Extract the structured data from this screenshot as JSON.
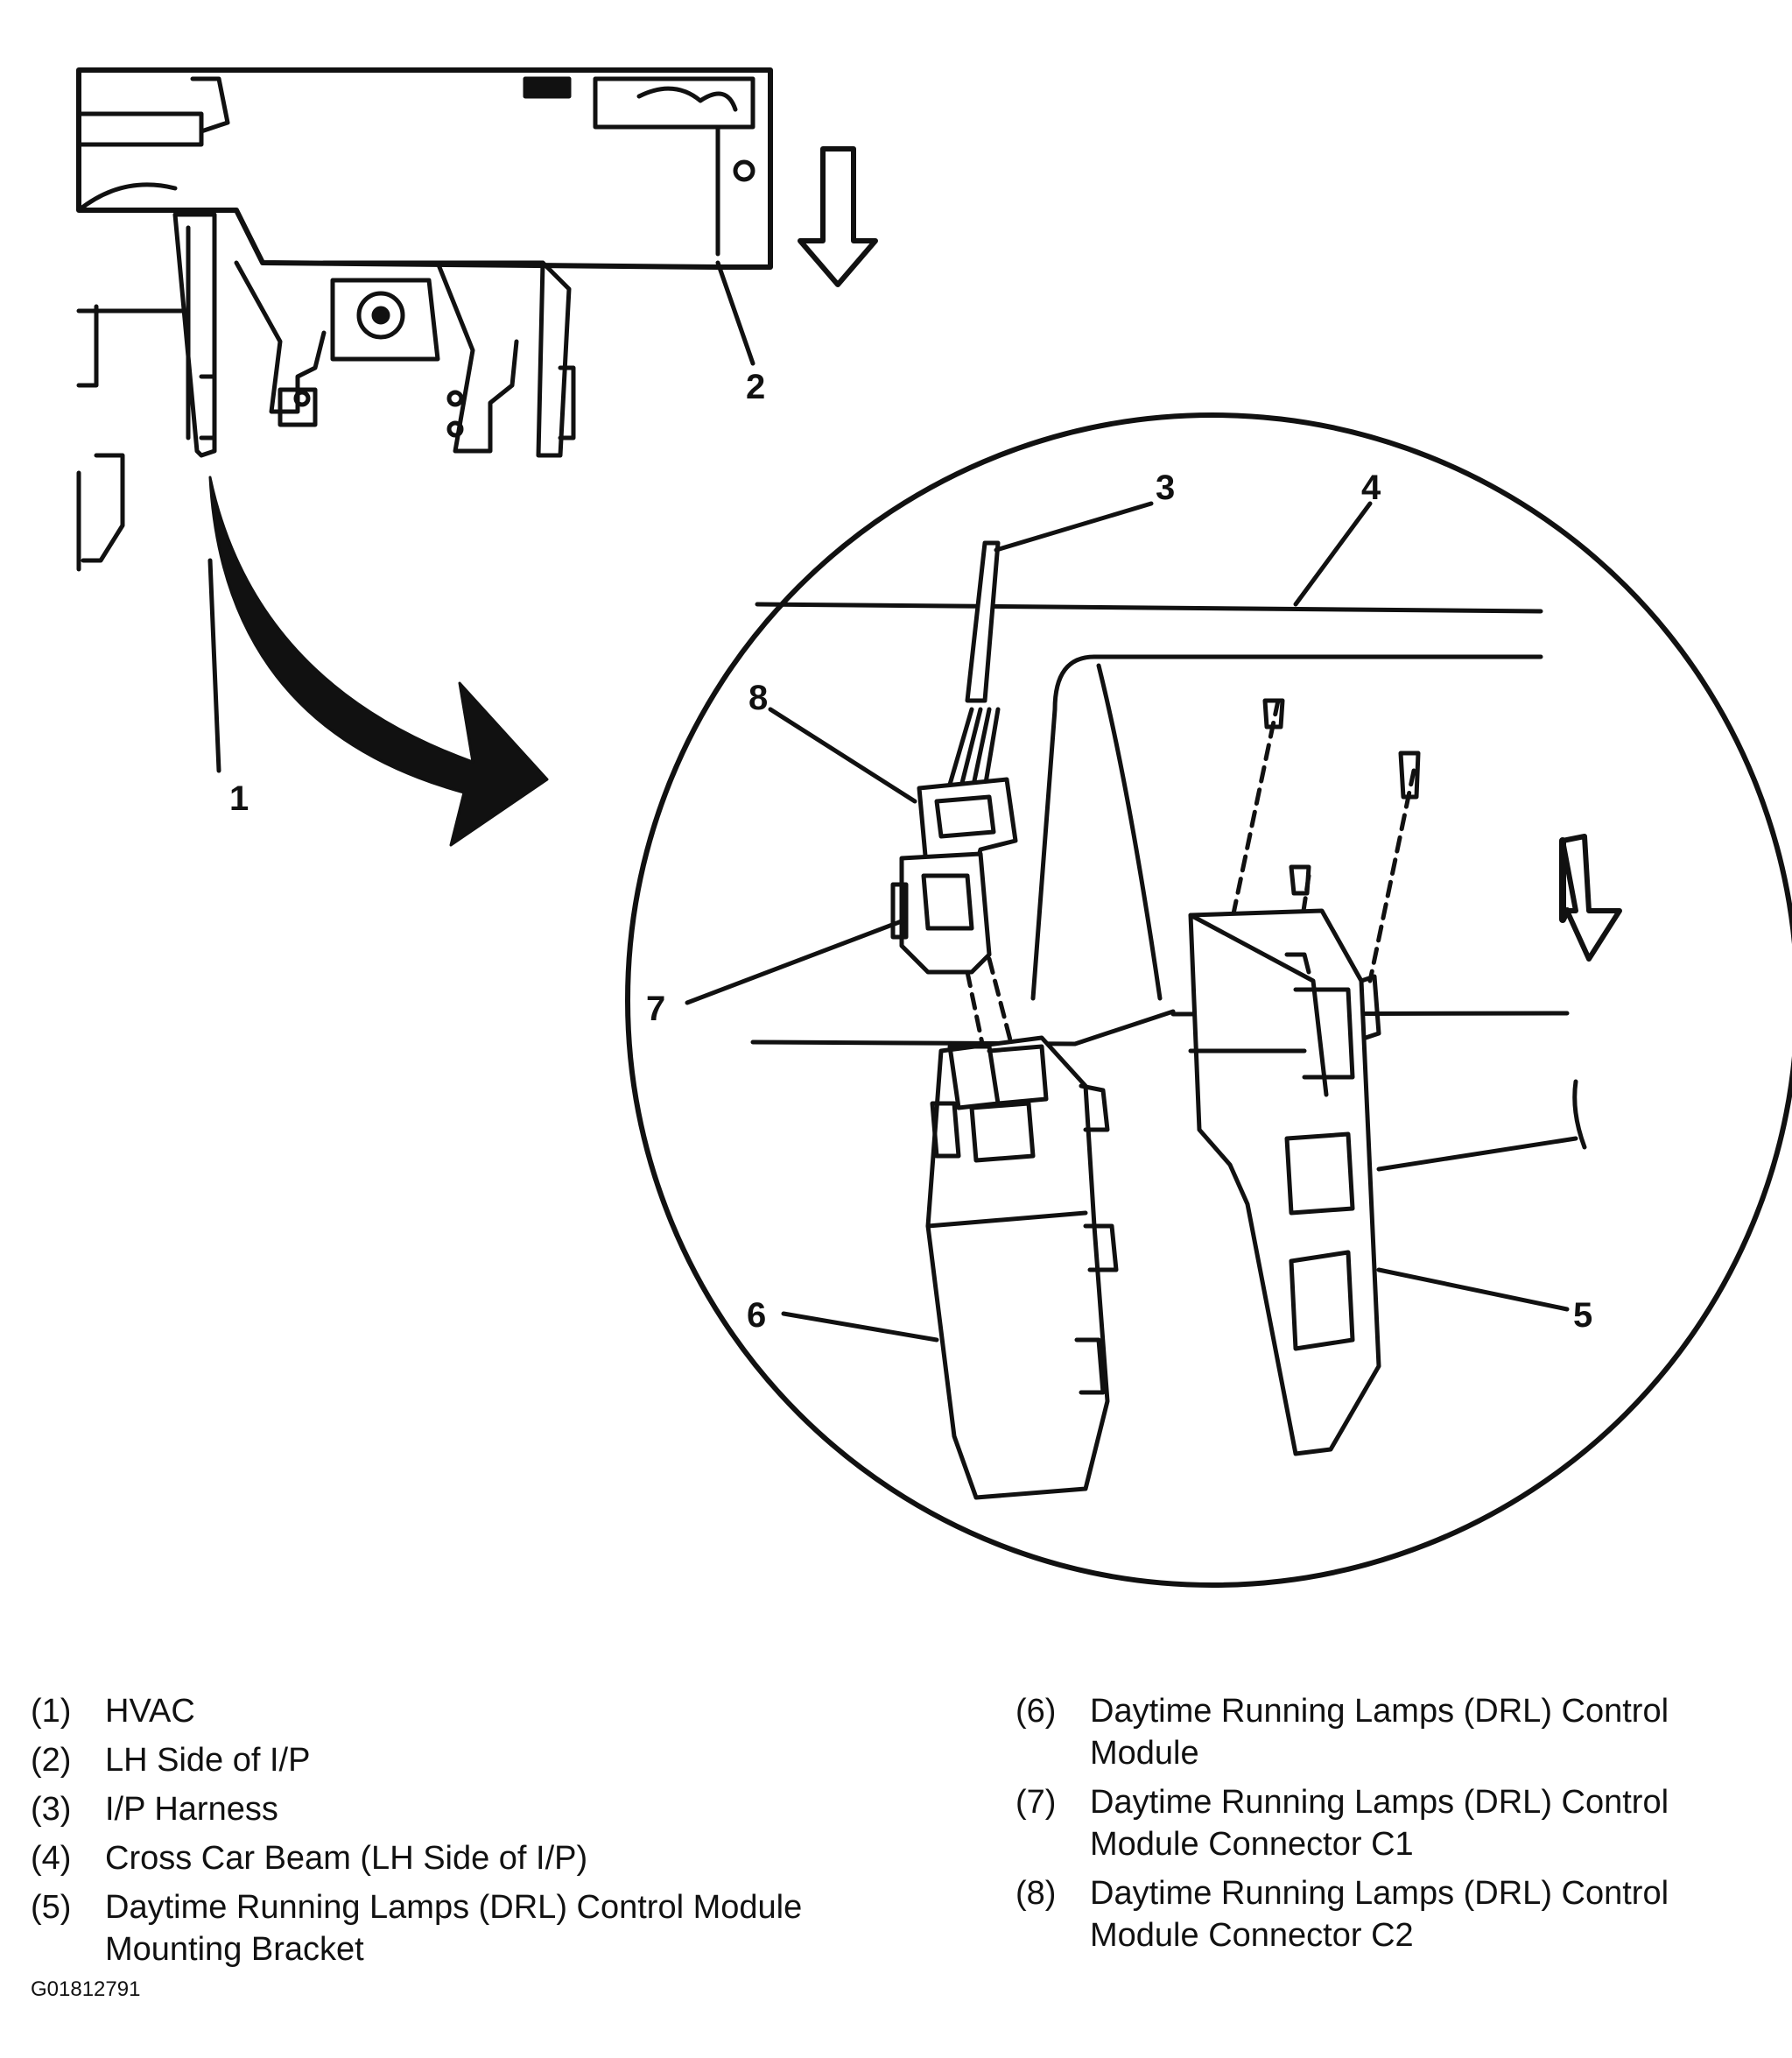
{
  "callouts": {
    "c1": "1",
    "c2": "2",
    "c3": "3",
    "c4": "4",
    "c5": "5",
    "c6": "6",
    "c7": "7",
    "c8": "8"
  },
  "legend": {
    "left": [
      {
        "num": "(1)",
        "text": "HVAC"
      },
      {
        "num": "(2)",
        "text": "LH Side of I/P"
      },
      {
        "num": "(3)",
        "text": "I/P Harness"
      },
      {
        "num": "(4)",
        "text": "Cross Car Beam (LH Side of I/P)"
      },
      {
        "num": "(5)",
        "text": "Daytime Running Lamps (DRL) Control Module Mounting Bracket"
      }
    ],
    "right": [
      {
        "num": "(6)",
        "text": "Daytime Running Lamps (DRL) Control Module"
      },
      {
        "num": "(7)",
        "text": "Daytime Running Lamps (DRL) Control Module Connector C1"
      },
      {
        "num": "(8)",
        "text": "Daytime Running Lamps (DRL) Control Module Connector C2"
      }
    ]
  },
  "figure_id": "G01812791"
}
